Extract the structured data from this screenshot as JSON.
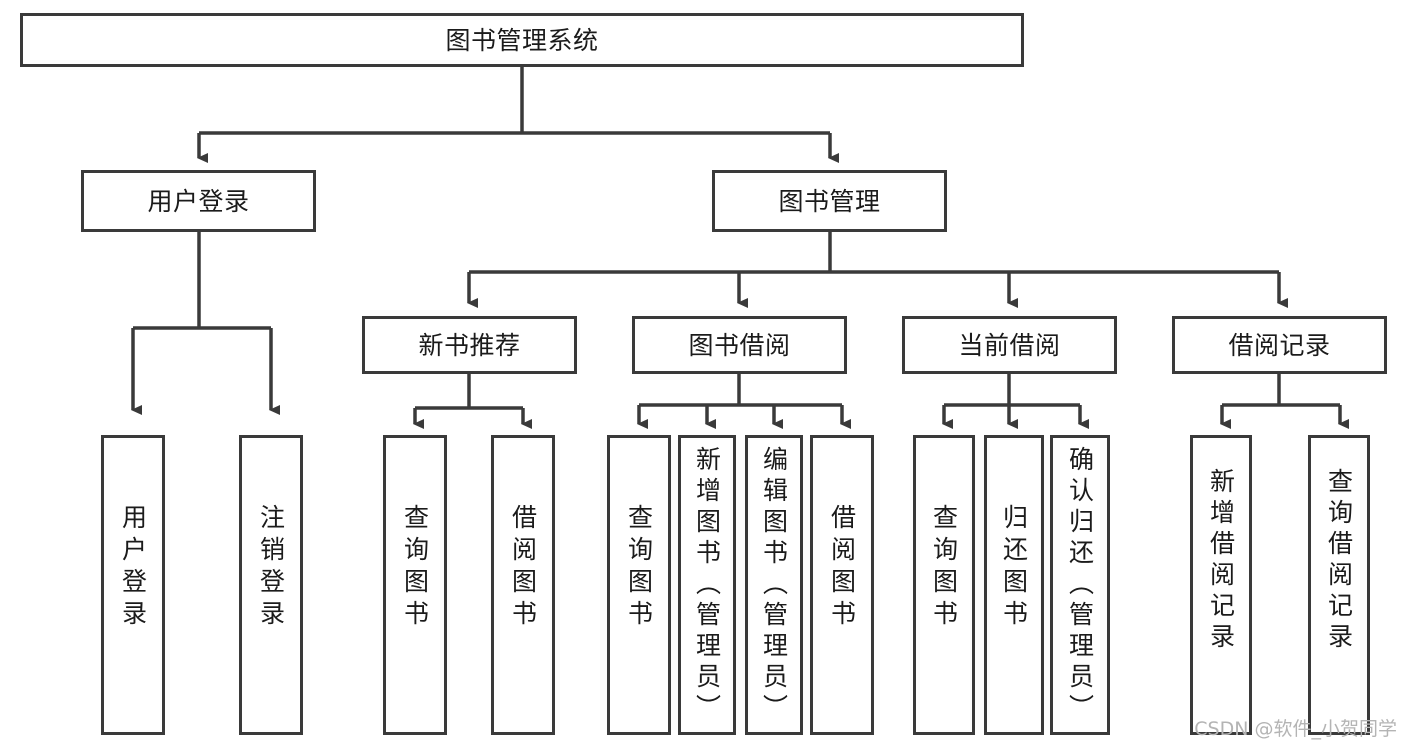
{
  "diagram": {
    "type": "tree",
    "title": "图书管理系统",
    "orientation": "top-down",
    "root": {
      "label": "图书管理系统",
      "children": [
        {
          "label": "用户登录",
          "children": [
            {
              "label": "用户登录",
              "children": []
            },
            {
              "label": "注销登录",
              "children": []
            }
          ]
        },
        {
          "label": "图书管理",
          "children": [
            {
              "label": "新书推荐",
              "children": [
                {
                  "label": "查询图书",
                  "children": []
                },
                {
                  "label": "借阅图书",
                  "children": []
                }
              ]
            },
            {
              "label": "图书借阅",
              "children": [
                {
                  "label": "查询图书",
                  "children": []
                },
                {
                  "label": "新增图书（管理员）",
                  "children": []
                },
                {
                  "label": "编辑图书（管理员）",
                  "children": []
                },
                {
                  "label": "借阅图书",
                  "children": []
                }
              ]
            },
            {
              "label": "当前借阅",
              "children": [
                {
                  "label": "查询图书",
                  "children": []
                },
                {
                  "label": "归还图书",
                  "children": []
                },
                {
                  "label": "确认归还（管理员）",
                  "children": []
                }
              ]
            },
            {
              "label": "借阅记录",
              "children": [
                {
                  "label": "新增借阅记录",
                  "children": []
                },
                {
                  "label": "查询借阅记录",
                  "children": []
                }
              ]
            }
          ]
        }
      ]
    }
  },
  "nodes": {
    "root": {
      "label": "图书管理系统"
    },
    "l1": {
      "user_login": {
        "label": "用户登录"
      },
      "book_manage": {
        "label": "图书管理"
      }
    },
    "l2": {
      "new_book_rec": {
        "label": "新书推荐"
      },
      "book_borrow": {
        "label": "图书借阅"
      },
      "current_borrow": {
        "label": "当前借阅"
      },
      "borrow_record": {
        "label": "借阅记录"
      }
    },
    "leaves": {
      "user_login_a": {
        "label": "用户登录"
      },
      "user_login_b": {
        "label": "注销登录"
      },
      "rec_a": {
        "label": "查询图书"
      },
      "rec_b": {
        "label": "借阅图书"
      },
      "borrow_a": {
        "label": "查询图书"
      },
      "borrow_b": {
        "label": "新增图书（管理员）"
      },
      "borrow_c": {
        "label": "编辑图书（管理员）"
      },
      "borrow_d": {
        "label": "借阅图书"
      },
      "cur_a": {
        "label": "查询图书"
      },
      "cur_b": {
        "label": "归还图书"
      },
      "cur_c": {
        "label": "确认归还（管理员）"
      },
      "rec2_a": {
        "label": "新增借阅记录"
      },
      "rec2_b": {
        "label": "查询借阅记录"
      }
    }
  },
  "watermark": {
    "text": "CSDN @软件_小贺同学"
  },
  "colors": {
    "border": "#3a3a3a",
    "text": "#1b1b1b",
    "background": "#ffffff",
    "connector": "#3a3a3a",
    "watermark": "#b4b4b4"
  }
}
